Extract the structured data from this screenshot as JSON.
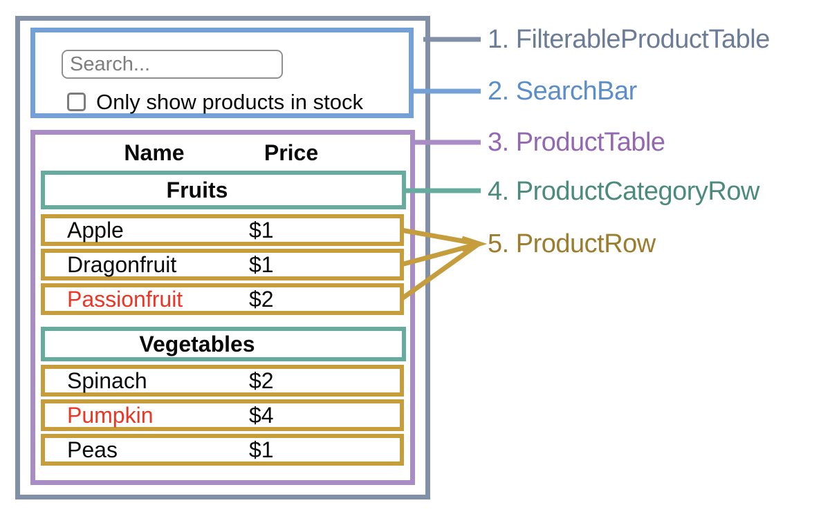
{
  "colors": {
    "outer_border": "#8290A7",
    "searchbar_border": "#73A1D7",
    "table_border": "#A98CC6",
    "category_border": "#66AC9E",
    "row_border": "#C69D3D",
    "label_filterable_product_table": "#6A7C96",
    "label_search_bar": "#5B8DC8",
    "label_product_table": "#9468B1",
    "label_product_category_row": "#4A8B7C",
    "label_product_row": "#9C7C2D",
    "out_of_stock_text": "#EE3524",
    "normal_text": "#0A0A0A"
  },
  "search_bar": {
    "placeholder": "Search...",
    "checkbox_label": "Only show products in stock",
    "checkbox_checked": false
  },
  "product_table": {
    "headers": {
      "name": "Name",
      "price": "Price"
    },
    "groups": [
      {
        "category": "Fruits",
        "rows": [
          {
            "name": "Apple",
            "price": "$1",
            "name_color": "#0A0A0A"
          },
          {
            "name": "Dragonfruit",
            "price": "$1",
            "name_color": "#0A0A0A"
          },
          {
            "name": "Passionfruit",
            "price": "$2",
            "name_color": "#EE3524"
          }
        ]
      },
      {
        "category": "Vegetables",
        "rows": [
          {
            "name": "Spinach",
            "price": "$2",
            "name_color": "#0A0A0A"
          },
          {
            "name": "Pumpkin",
            "price": "$4",
            "name_color": "#EE3524"
          },
          {
            "name": "Peas",
            "price": "$1",
            "name_color": "#0A0A0A"
          }
        ]
      }
    ]
  },
  "legend": [
    {
      "label": "1. FilterableProductTable",
      "color": "#6A7C96"
    },
    {
      "label": "2. SearchBar",
      "color": "#5B8DC8"
    },
    {
      "label": "3. ProductTable",
      "color": "#9468B1"
    },
    {
      "label": "4. ProductCategoryRow",
      "color": "#4A8B7C"
    },
    {
      "label": "5. ProductRow",
      "color": "#9C7C2D"
    }
  ]
}
